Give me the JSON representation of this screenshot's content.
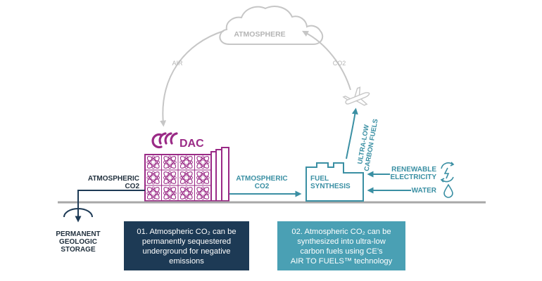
{
  "colors": {
    "gray": "#c6c6c6",
    "gray_text": "#b5b5b5",
    "navy": "#1d3a55",
    "teal": "#3a8fa3",
    "teal_box": "#4aa0b4",
    "purple": "#9a2a86",
    "dark_text": "#23323f",
    "ground": "#a8a8a8"
  },
  "labels": {
    "atmosphere": "ATMOSPHERE",
    "air": "AIR",
    "co2_top": "CO2",
    "dac": "DAC",
    "atm_co2_left_1": "ATMOSPHERIC",
    "atm_co2_left_2": "CO2",
    "atm_co2_mid_1": "ATMOSPHERIC",
    "atm_co2_mid_2": "CO2",
    "fuel_1": "FUEL",
    "fuel_2": "SYNTHESIS",
    "ultra_1": "ULTRA-LOW",
    "ultra_2": "CARBON FUELS",
    "renewable_1": "RENEWABLE",
    "renewable_2": "ELECTRICITY",
    "water": "WATER",
    "storage_1": "PERMANENT",
    "storage_2": "GEOLOGIC",
    "storage_3": "STORAGE"
  },
  "boxes": [
    {
      "lines": [
        "01. Atmospheric CO₂ can be",
        "permanently sequestered",
        "underground for negative",
        "emissions"
      ]
    },
    {
      "lines": [
        "02. Atmospheric CO₂ can be",
        "synthesized into ultra-low",
        "carbon fuels using CE’s",
        "AIR TO FUELS™ technology"
      ]
    }
  ]
}
